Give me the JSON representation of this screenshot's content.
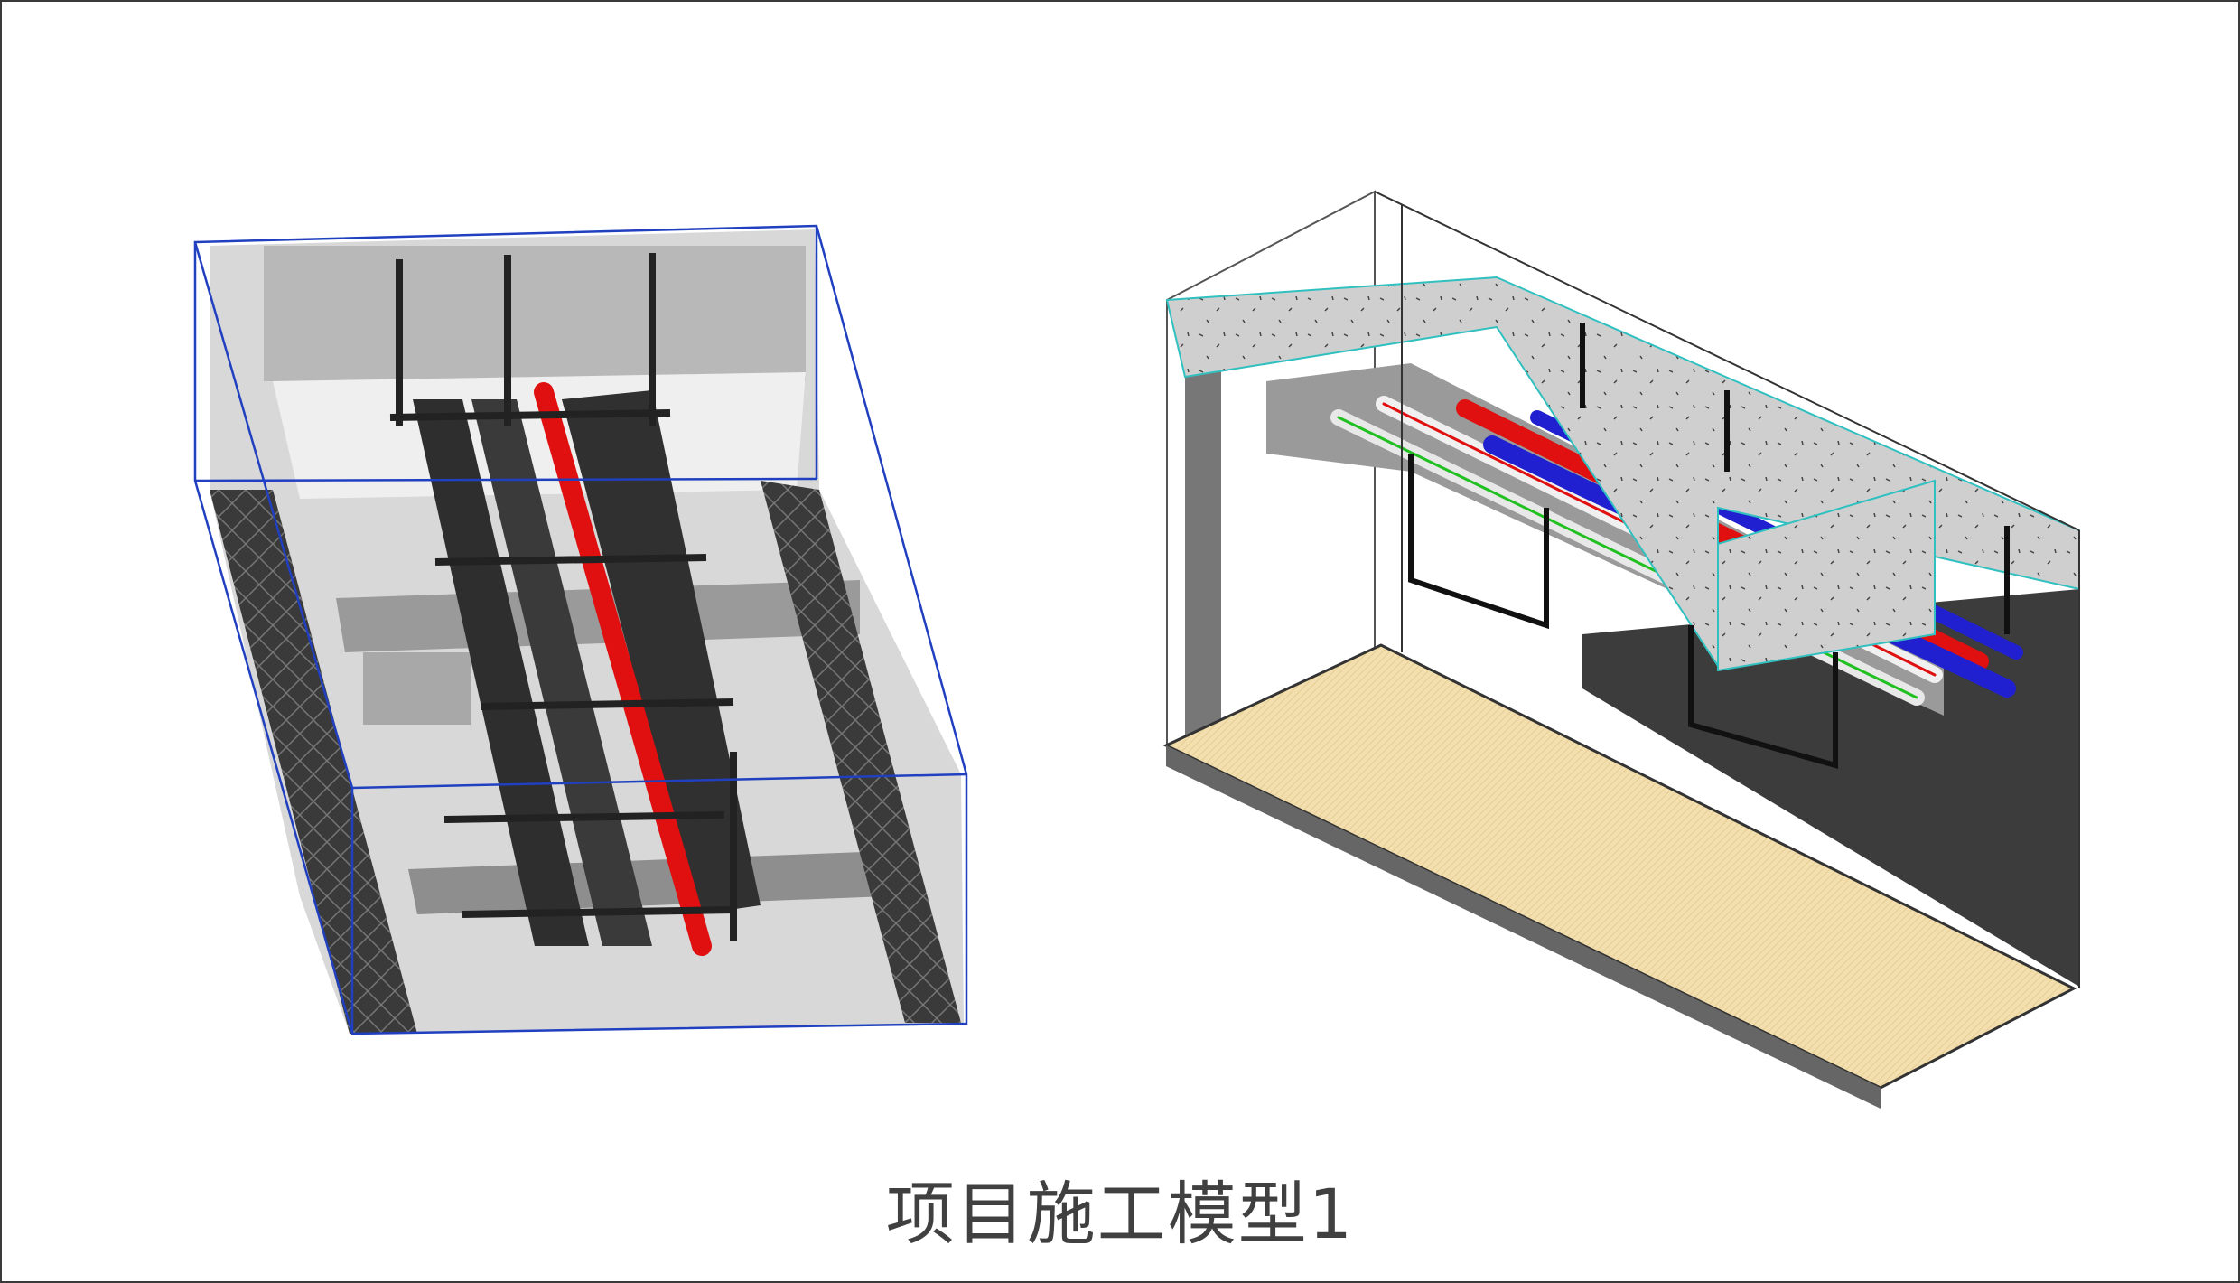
{
  "caption": "项目施工模型1",
  "models": [
    {
      "name": "left-model",
      "description_label": ""
    },
    {
      "name": "right-model",
      "description_label": ""
    }
  ],
  "colors": {
    "pipe_red": "#e01010",
    "pipe_blue": "#2020d0",
    "floor": "#f2dca8",
    "bbox_blue": "#2040c0",
    "concrete": "#c8c8c8",
    "dark_wall": "#3c3c3c"
  }
}
